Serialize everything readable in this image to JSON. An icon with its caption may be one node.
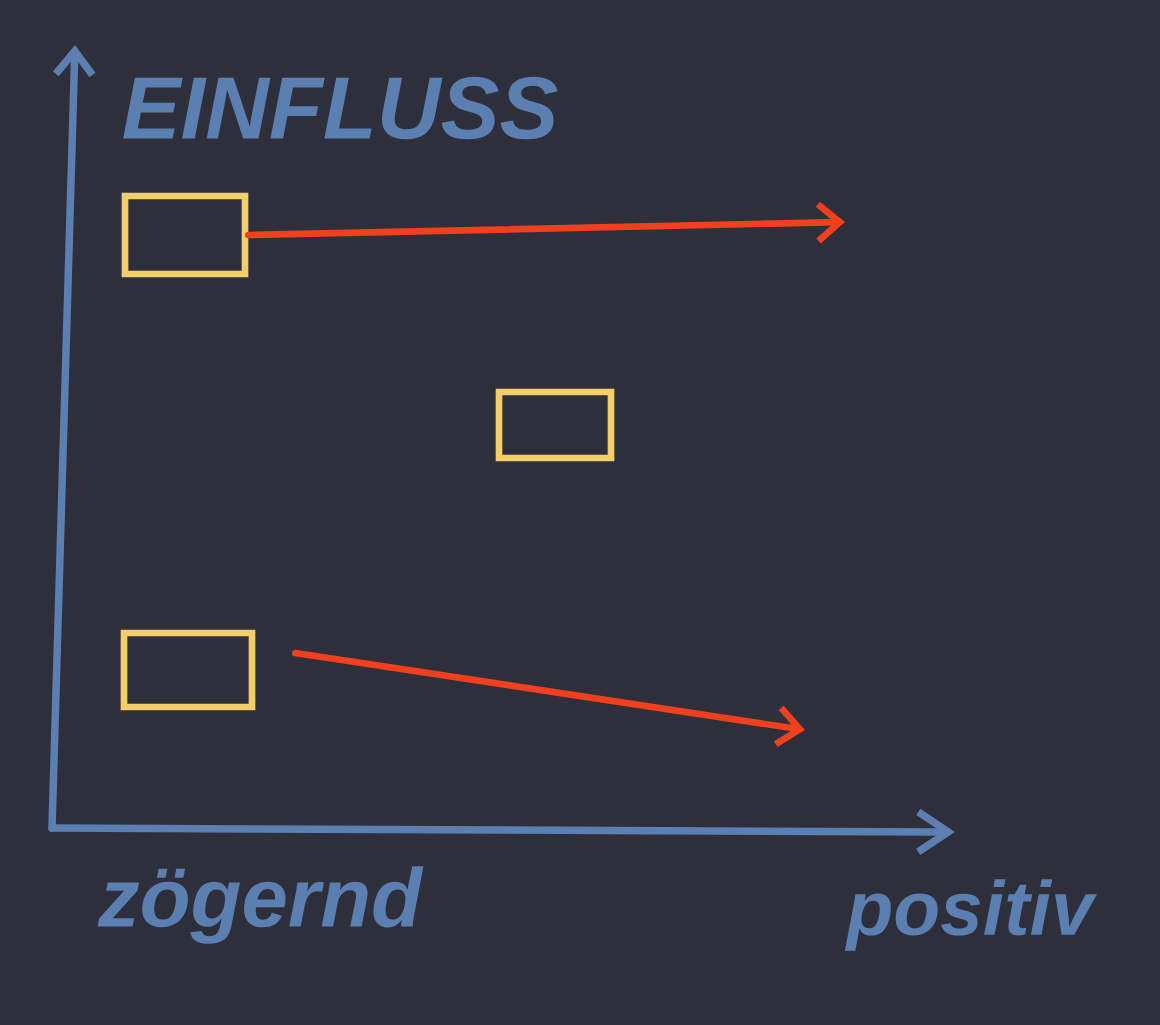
{
  "diagram": {
    "nodes": [
      {
        "text": [],
        "shape": "box"
      },
      {
        "text": [],
        "shape": "box"
      },
      {
        "text": [],
        "shape": "box"
      }
    ],
    "edges": [
      {
        "from": 0,
        "to": null,
        "arrow": "to"
      },
      {
        "from": 2,
        "to": null,
        "arrow": "to"
      }
    ],
    "labels": [
      "EINFLUSS",
      "zögernd",
      "positiv"
    ]
  }
}
